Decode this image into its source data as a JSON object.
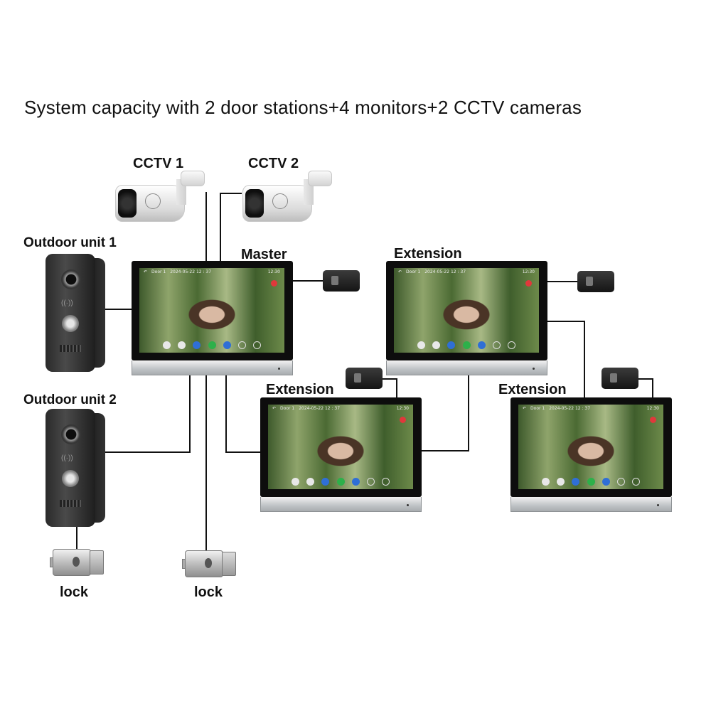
{
  "title": "System capacity with 2 door stations+4 monitors+2 CCTV cameras",
  "labels": {
    "cctv1": "CCTV 1",
    "cctv2": "CCTV 2",
    "outdoor1": "Outdoor unit 1",
    "outdoor2": "Outdoor unit 2",
    "master": "Master",
    "extension": "Extension",
    "lock": "lock"
  },
  "monitor_status": {
    "door": "Door 1",
    "datetime": "2024-05-22  12 : 37",
    "time": "12:30"
  },
  "colors": {
    "accent_call": "#2db04a",
    "accent_blue": "#2f6fd6",
    "alert_red": "#e0383b"
  },
  "icons": [
    "back-arrow-icon",
    "answer-call-icon",
    "unlock-icon",
    "camera-icon",
    "alarm-icon",
    "adapter-icon"
  ]
}
